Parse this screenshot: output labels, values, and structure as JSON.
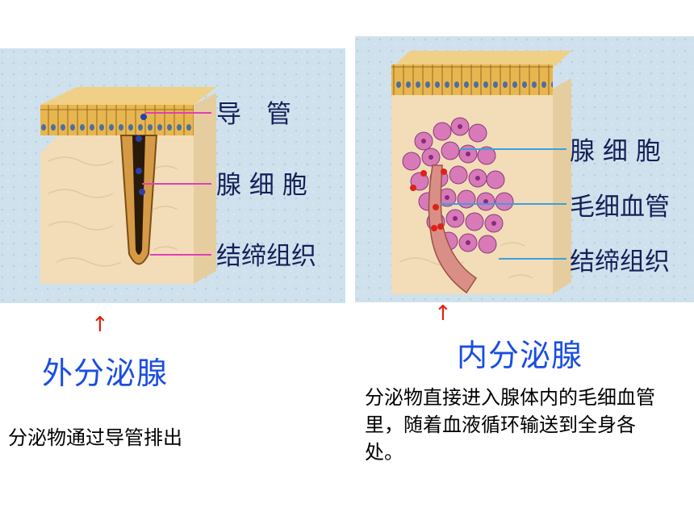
{
  "left": {
    "labels": {
      "duct": "导　管",
      "gland_cell": "腺 细 胞",
      "connective": "结缔组织"
    },
    "title": "外分泌腺",
    "arrow": "↑",
    "description": "分泌物通过导管排出"
  },
  "right": {
    "labels": {
      "gland_cell": "腺 细 胞",
      "capillary": "毛细血管",
      "connective": "结缔组织"
    },
    "title": "内分泌腺",
    "arrow": "↑",
    "description": "分泌物直接进入腺体内的毛细血管里，随着血液循环输送到全身各处。"
  },
  "colors": {
    "panel_bg": "#cfe1ec",
    "title_blue": "#1a4ee0",
    "arrow_red": "#e02010",
    "label_line_left": "#e13fb8",
    "label_line_right": "#3aa0e0"
  }
}
